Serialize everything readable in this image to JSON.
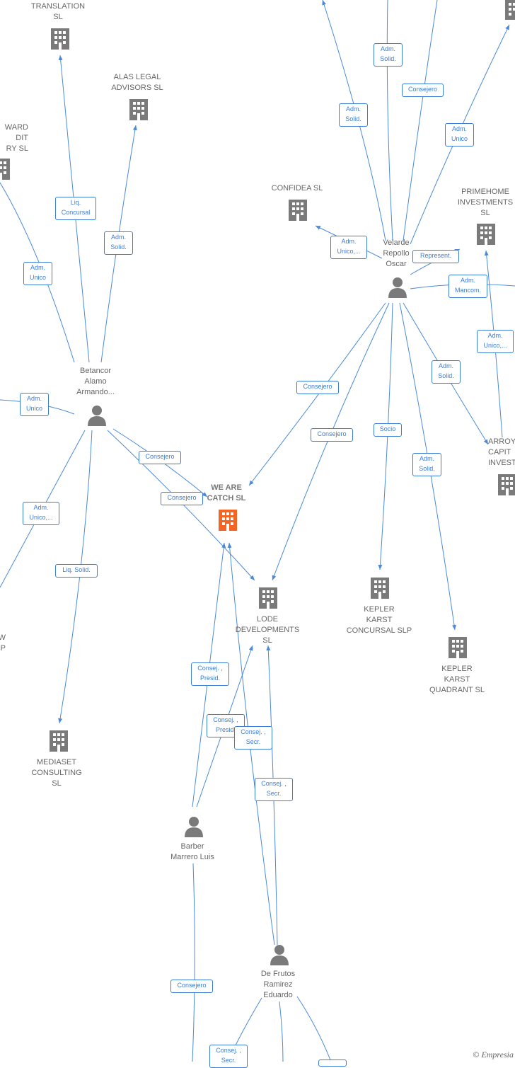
{
  "colors": {
    "edge": "#4a8ad8",
    "node": "#7a7a7a",
    "focus": "#f26522",
    "label_border": "#3b7dd8"
  },
  "nodes": {
    "translation": {
      "label": "TRANSLATION\nSL",
      "type": "company"
    },
    "alas": {
      "label": "ALAS LEGAL\nADVISORS  SL",
      "type": "company"
    },
    "ward": {
      "label": "WARD\nDIT\nRY  SL",
      "type": "company"
    },
    "confidea": {
      "label": "CONFIDEA  SL",
      "type": "company"
    },
    "primehome": {
      "label": "PRIMEHOME\nINVESTMENTS\nSL",
      "type": "company"
    },
    "velarde": {
      "label": "Velarde\nRepollo\nOscar",
      "type": "person"
    },
    "betancor": {
      "label": "Betancor\nAlamo\nArmando...",
      "type": "person"
    },
    "wearecatch": {
      "label": "WE ARE\nCATCH  SL",
      "type": "focus"
    },
    "arroyo": {
      "label": "ARROY\nCAPIT\nINVEST",
      "type": "company"
    },
    "lode": {
      "label": "LODE\nDEVELOPMENTS\nSL",
      "type": "company"
    },
    "keplerc": {
      "label": "KEPLER\nKARST\nCONCURSAL  SLP",
      "type": "company"
    },
    "keplerq": {
      "label": "KEPLER\nKARST\nQUADRANT  SL",
      "type": "company"
    },
    "mediaset": {
      "label": "MEDIASET\nCONSULTING\nSL",
      "type": "company"
    },
    "wp": {
      "label": "W\nP",
      "type": "company"
    },
    "barber": {
      "label": "Barber\nMarrero Luis",
      "type": "person"
    },
    "defrutos": {
      "label": "De Frutos\nRamirez\nEduardo",
      "type": "person"
    }
  },
  "relations": {
    "r1": "Adm.\nSolid.",
    "r2": "Consejero",
    "r3": "Adm.\nSolid.",
    "r4": "Adm.\nUnico",
    "r5": "Liq.\nConcursal",
    "r6": "Adm.\nSolid.",
    "r7": "Adm.\nUnico",
    "r8": "Adm.\nUnico,...",
    "r9": "Represent.",
    "r10": "Adm.\nMancom.",
    "r11": "Adm.\nUnico,...",
    "r12": "Adm.\nUnico",
    "r13": "Consejero",
    "r14": "Adm.\nSolid.",
    "r15": "Consejero",
    "r16": "Socio",
    "r17": "Adm.\nSolid.",
    "r18": "Consejero",
    "r19": "Consejero",
    "r20": "Adm.\nUnico,...",
    "r21": "Liq.  Solid.",
    "r22": "Consej. ,\nPresid.",
    "r23": "Consej. ,\nPresid.",
    "r24": "Consej. ,\nSecr.",
    "r25": "Consej. ,\nSecr.",
    "r26": "Consejero",
    "r27": "Consej. ,\nSecr."
  },
  "footer": {
    "copyright": "©",
    "brand": "Empresia"
  }
}
